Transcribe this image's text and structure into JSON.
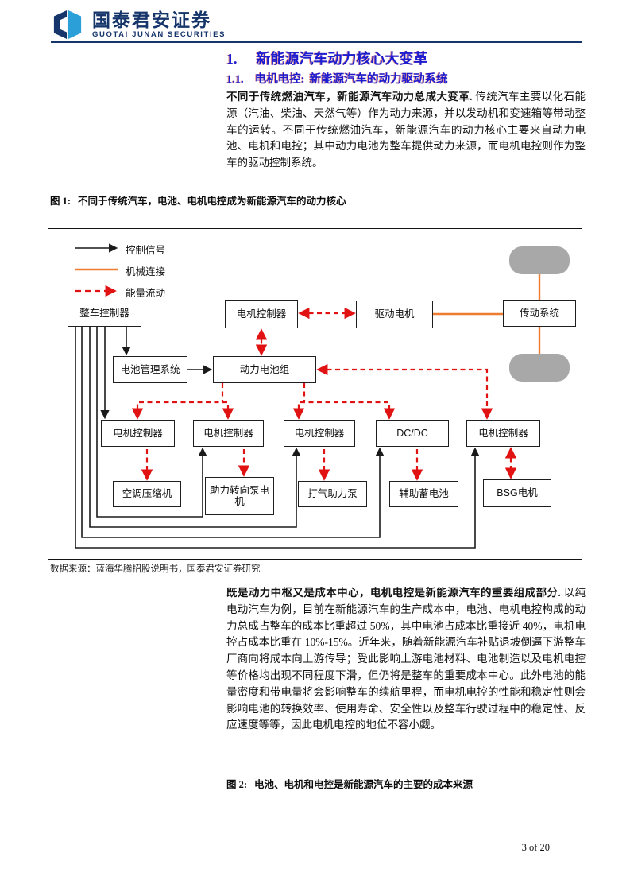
{
  "colors": {
    "accent_red": "#e01212",
    "accent_orange": "#ed7d31",
    "header_navy": "#16356b",
    "heading_blue": "#1c1cd0",
    "wheel_gray": "#a8a8a8"
  },
  "header": {
    "logo_cn": "国泰君安证券",
    "logo_en": "GUOTAI JUNAN SECURITIES"
  },
  "headings": {
    "h1_num": "1.",
    "h1_title": "新能源汽车动力核心大变革",
    "h2_num": "1.1.",
    "h2_keyword": "电机电控:",
    "h2_title": "新能源汽车的动力驱动系统"
  },
  "paragraphs": {
    "p1_lead": "不同于传统燃油汽车，新能源汽车动力总成大变革.",
    "p1_body": "传统汽车主要以化石能源（汽油、柴油、天然气等）作为动力来源，并以发动机和变速箱等带动整车的运转。不同于传统燃油汽车，新能源汽车的动力核心主要来自动力电池、电机和电控；其中动力电池为整车提供动力来源，而电机电控则作为整车的驱动控制系统。",
    "p2_lead": "既是动力中枢又是成本中心，电机电控是新能源汽车的重要组成部分.",
    "p2_body": "以纯电动汽车为例，目前在新能源汽车的生产成本中，电池、电机电控构成的动力总成占整车的成本比重超过 50%，其中电池占成本比重接近 40%，电机电控占成本比重在 10%-15%。近年来，随着新能源汽车补贴退坡倒逼下游整车厂商向将成本向上游传导；受此影响上游电池材料、电池制造以及电机电控等价格均出现不同程度下滑，但仍将是整车的重要成本中心。此外电池的能量密度和带电量将会影响整车的续航里程，而电机电控的性能和稳定性则会影响电池的转换效率、使用寿命、安全性以及整车行驶过程中的稳定性、反应速度等等，因此电机电控的地位不容小觑。"
  },
  "figure1": {
    "label": "图 1:",
    "caption": "不同于传统汽车，电池、电机电控成为新能源汽车的动力核心",
    "legend": [
      {
        "label": "控制信号",
        "style": "black-solid-arrow"
      },
      {
        "label": "机械连接",
        "style": "orange-solid-line"
      },
      {
        "label": "能量流动",
        "style": "red-dashed-arrow"
      }
    ],
    "nodes": {
      "vcu": "整车控制器",
      "mcu": "电机控制器",
      "drive_motor": "驱动电机",
      "transmission": "传动系统",
      "bms": "电池管理系统",
      "battery_pack": "动力电池组",
      "dcdc": "DC/DC",
      "ac_compressor": "空调压缩机",
      "steering_pump": "助力转向泵电机",
      "air_pump": "打气助力泵",
      "aux_battery": "辅助蓄电池",
      "bsg_motor": "BSG电机"
    },
    "source": "数据来源：蓝海华腾招股说明书，国泰君安证券研究"
  },
  "figure2": {
    "label": "图 2:",
    "caption": "电池、电机和电控是新能源汽车的主要的成本来源"
  },
  "footer": {
    "page": "3 of 20"
  }
}
